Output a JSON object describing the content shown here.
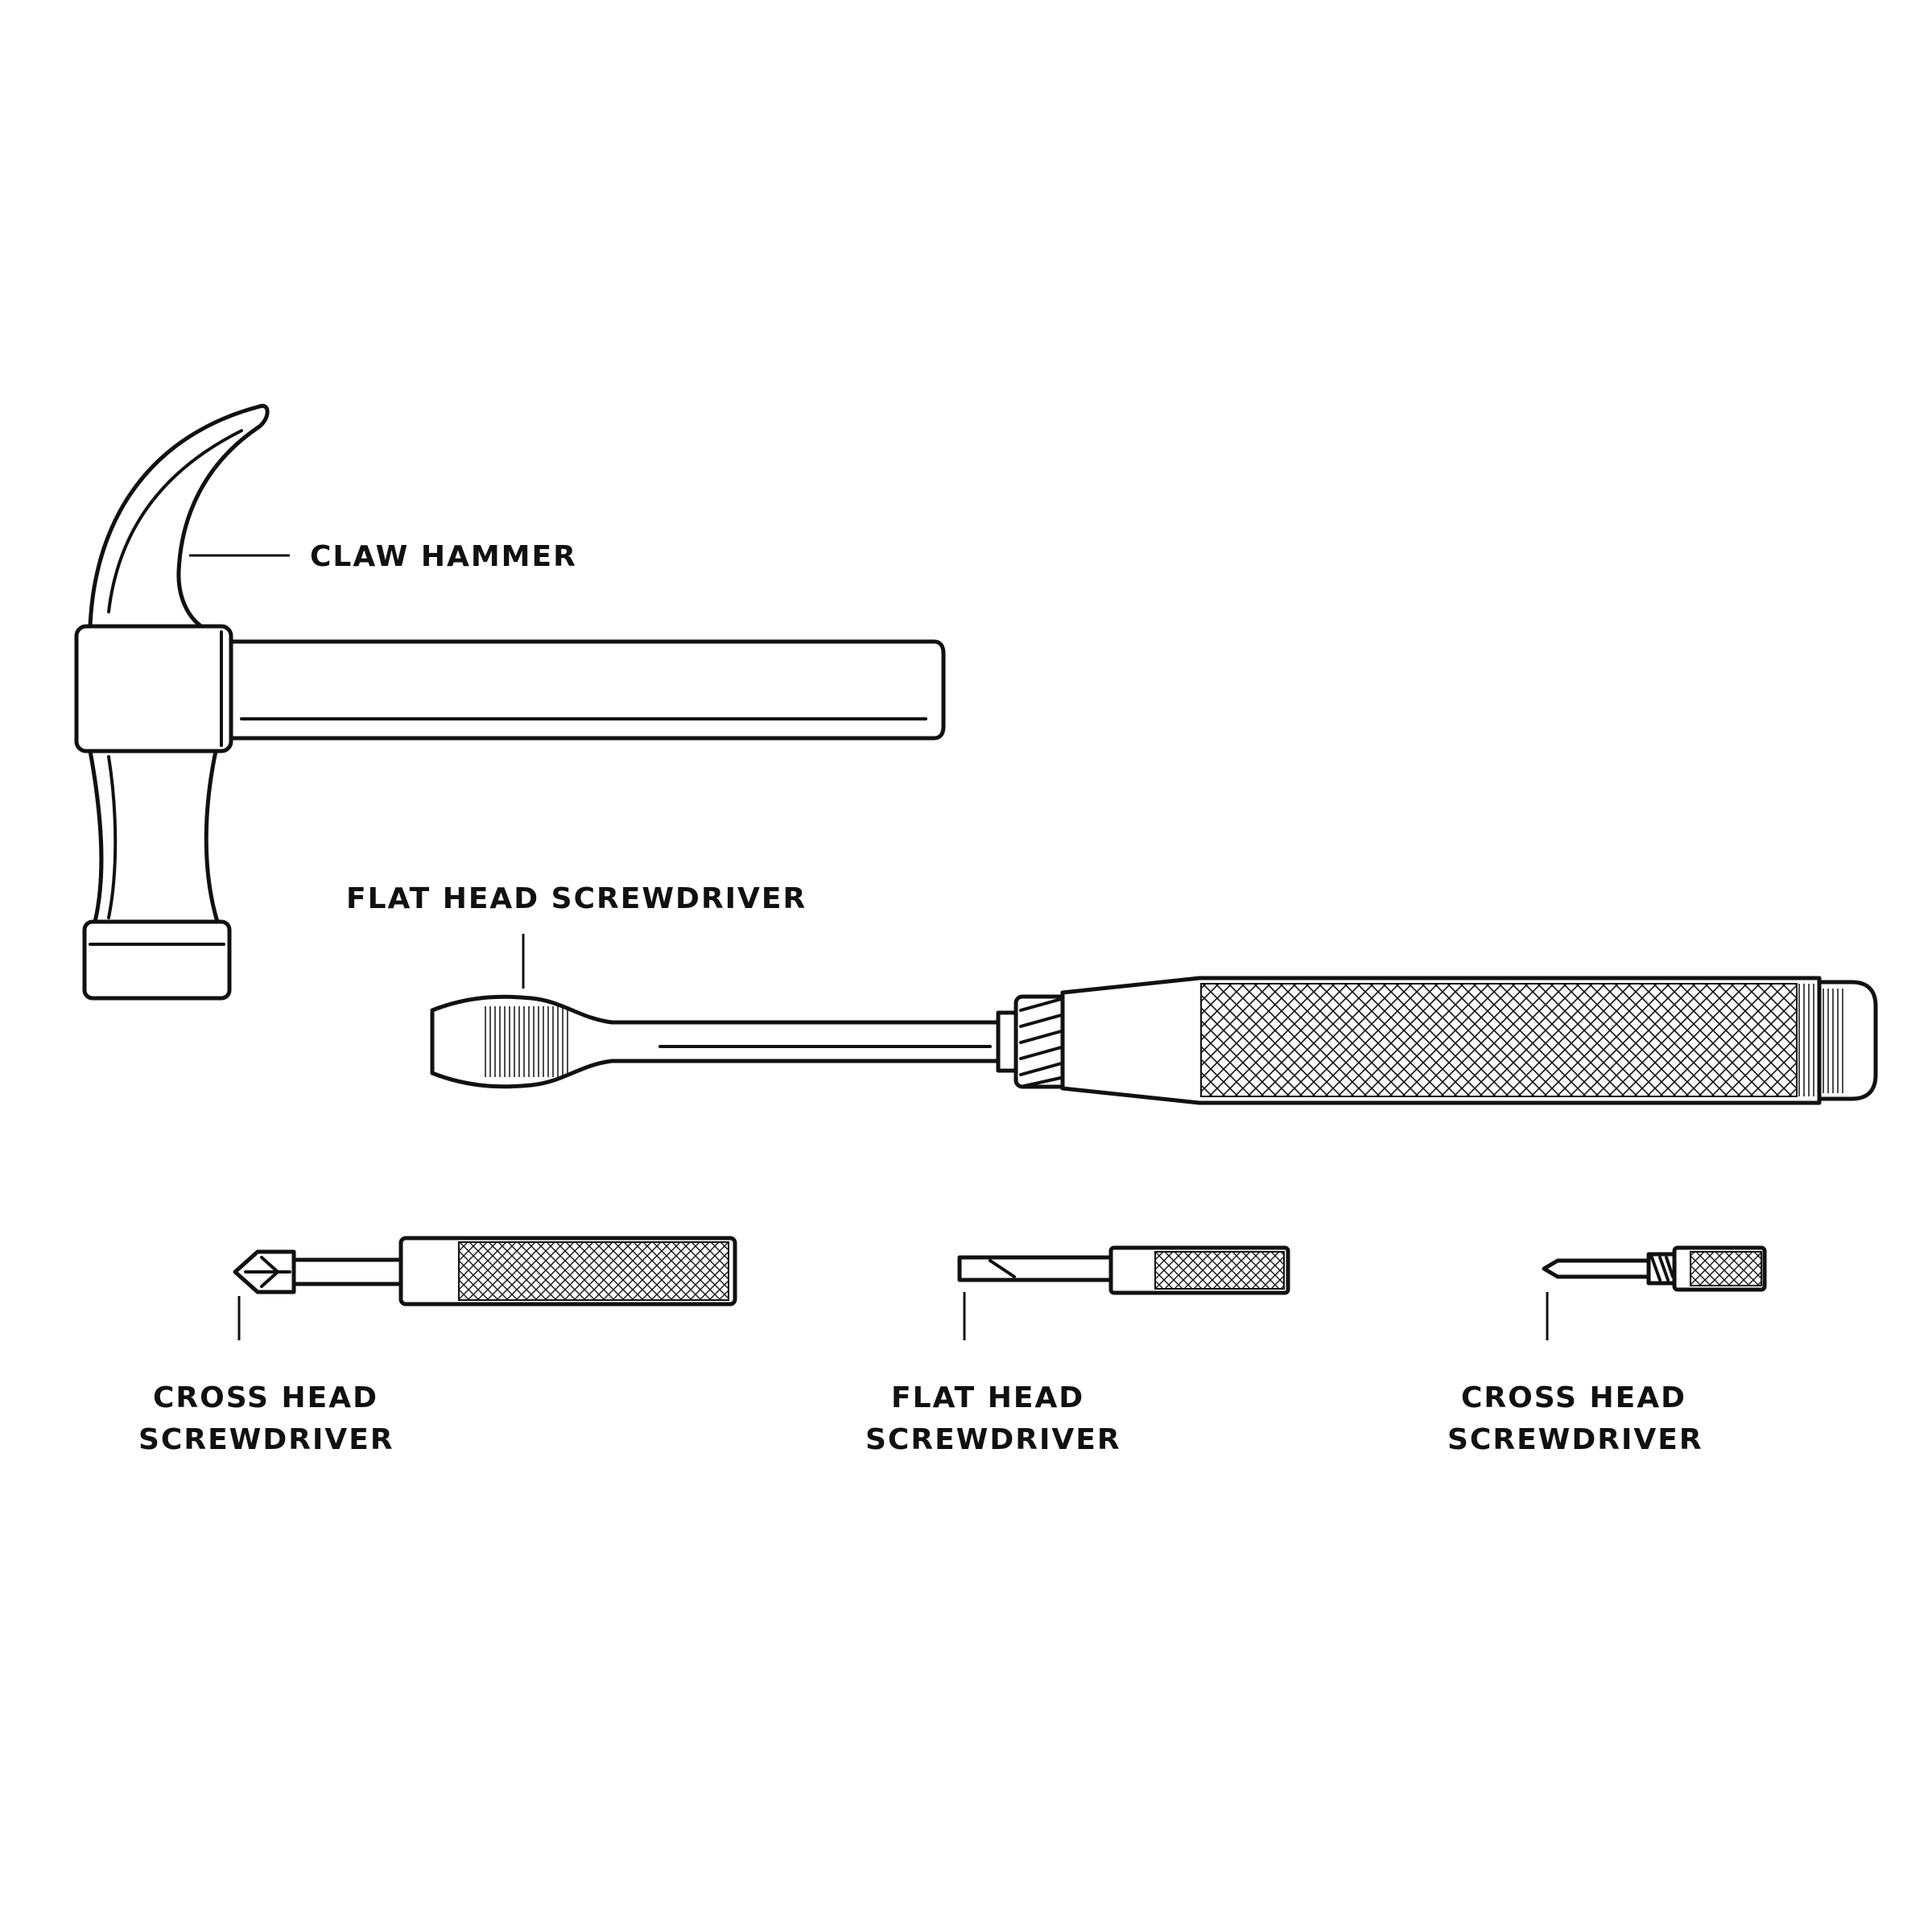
{
  "labels": {
    "claw_hammer": "CLAW HAMMER",
    "flat_head_large": "FLAT HEAD SCREWDRIVER",
    "cross_head_medium_line1": "CROSS HEAD",
    "cross_head_medium_line2": "SCREWDRIVER",
    "flat_head_small_line1": "FLAT HEAD",
    "flat_head_small_line2": "SCREWDRIVER",
    "cross_head_small_line1": "CROSS HEAD",
    "cross_head_small_line2": "SCREWDRIVER"
  },
  "colors": {
    "ink": "#111111",
    "background": "#ffffff"
  }
}
